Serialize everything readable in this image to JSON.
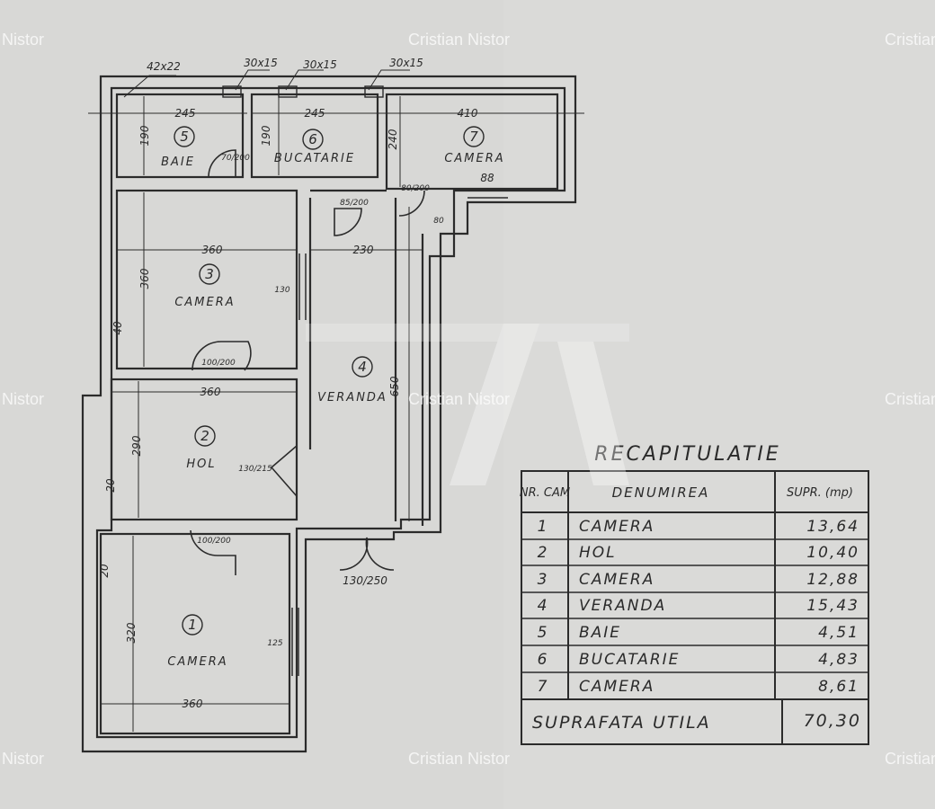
{
  "watermark": "Cristian Nistor",
  "rooms": [
    {
      "nr": "1",
      "name": "CAMERA"
    },
    {
      "nr": "2",
      "name": "HOL"
    },
    {
      "nr": "3",
      "name": "CAMERA"
    },
    {
      "nr": "4",
      "name": "VERANDA"
    },
    {
      "nr": "5",
      "name": "BAIE"
    },
    {
      "nr": "6",
      "name": "BUCATARIE"
    },
    {
      "nr": "7",
      "name": "CAMERA"
    }
  ],
  "dimensions": {
    "top_vent": "42x22",
    "duct_a": "30x15",
    "duct_b": "30x15",
    "duct_c": "30x15",
    "baie_width": "245",
    "baie_height": "190",
    "buc_width": "245",
    "buc_height": "190",
    "cam7_width": "410",
    "cam7_height": "240",
    "cam7_window": "88",
    "cam3_width": "360",
    "cam3_height": "360",
    "cam3_wall": "40",
    "cam3_window": "130",
    "hol_width": "360",
    "hol_height": "290",
    "hol_wall": "20",
    "veranda_width": "230",
    "veranda_length": "650",
    "cam1_width": "360",
    "cam1_height": "320",
    "cam1_wall": "20",
    "cam1_window": "125",
    "door_baie": "70/200",
    "door_buc": "85/200",
    "door_cam7": "80/200",
    "door_cam3": "100/200",
    "door_hol": "100/200",
    "door_veranda": "130/215",
    "door_exit": "130/250",
    "side_dim": "80"
  },
  "recap": {
    "title": "RECAPITULATIE",
    "col_nr": "NR. CAM",
    "col_name": "DENUMIREA",
    "col_area": "SUPR. (mp)",
    "rows": [
      {
        "nr": "1",
        "name": "CAMERA",
        "area": "13,64"
      },
      {
        "nr": "2",
        "name": "HOL",
        "area": "10,40"
      },
      {
        "nr": "3",
        "name": "CAMERA",
        "area": "12,88"
      },
      {
        "nr": "4",
        "name": "VERANDA",
        "area": "15,43"
      },
      {
        "nr": "5",
        "name": "BAIE",
        "area": "4,51"
      },
      {
        "nr": "6",
        "name": "BUCATARIE",
        "area": "4,83"
      },
      {
        "nr": "7",
        "name": "CAMERA",
        "area": "8,61"
      }
    ],
    "total_label": "SUPRAFATA UTILA",
    "total_value": "70,30"
  }
}
